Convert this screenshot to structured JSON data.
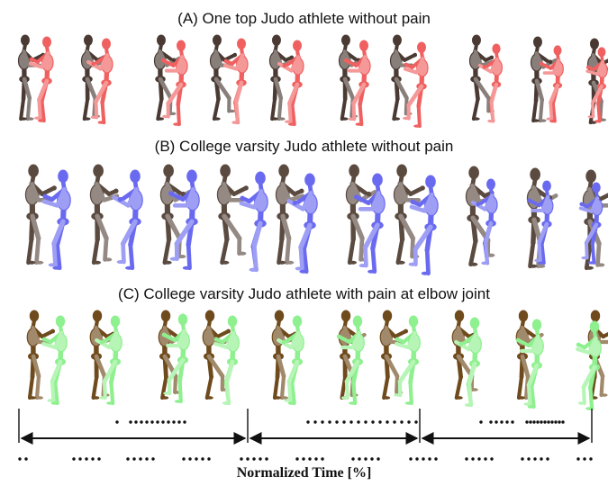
{
  "captions": {
    "a": "(A) One top Judo athlete without pain",
    "b": "(B) College varsity Judo athlete without pain",
    "c": "(C) College varsity Judo athlete with pain at elbow joint"
  },
  "xlabel": "Normalized Time [%]",
  "colors": {
    "opponent_a": "#4a3a33",
    "athlete_a": "#f06060",
    "opponent_b": "#5a4a40",
    "athlete_b": "#6a6af0",
    "opponent_c": "#6e4a1c",
    "athlete_c": "#8ef08e",
    "timeline": "#111111"
  }
}
